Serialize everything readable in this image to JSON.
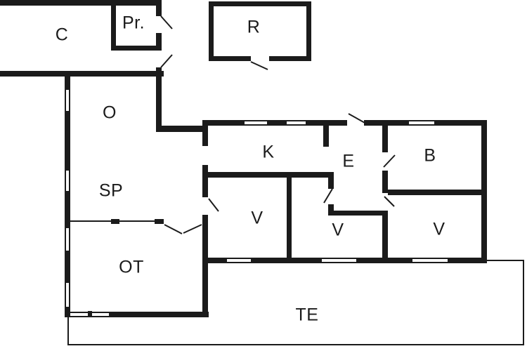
{
  "colors": {
    "background": "#ffffff",
    "wall": "#1b1b1b"
  },
  "rooms": [
    {
      "id": "c",
      "label": "C"
    },
    {
      "id": "pr",
      "label": "Pr."
    },
    {
      "id": "r",
      "label": "R"
    },
    {
      "id": "o",
      "label": "O"
    },
    {
      "id": "sp",
      "label": "SP"
    },
    {
      "id": "k",
      "label": "K"
    },
    {
      "id": "e",
      "label": "E"
    },
    {
      "id": "b",
      "label": "B"
    },
    {
      "id": "v_left",
      "label": "V"
    },
    {
      "id": "v_middle",
      "label": "V"
    },
    {
      "id": "v_right",
      "label": "V"
    },
    {
      "id": "ot",
      "label": "OT"
    },
    {
      "id": "te",
      "label": "TE"
    }
  ]
}
